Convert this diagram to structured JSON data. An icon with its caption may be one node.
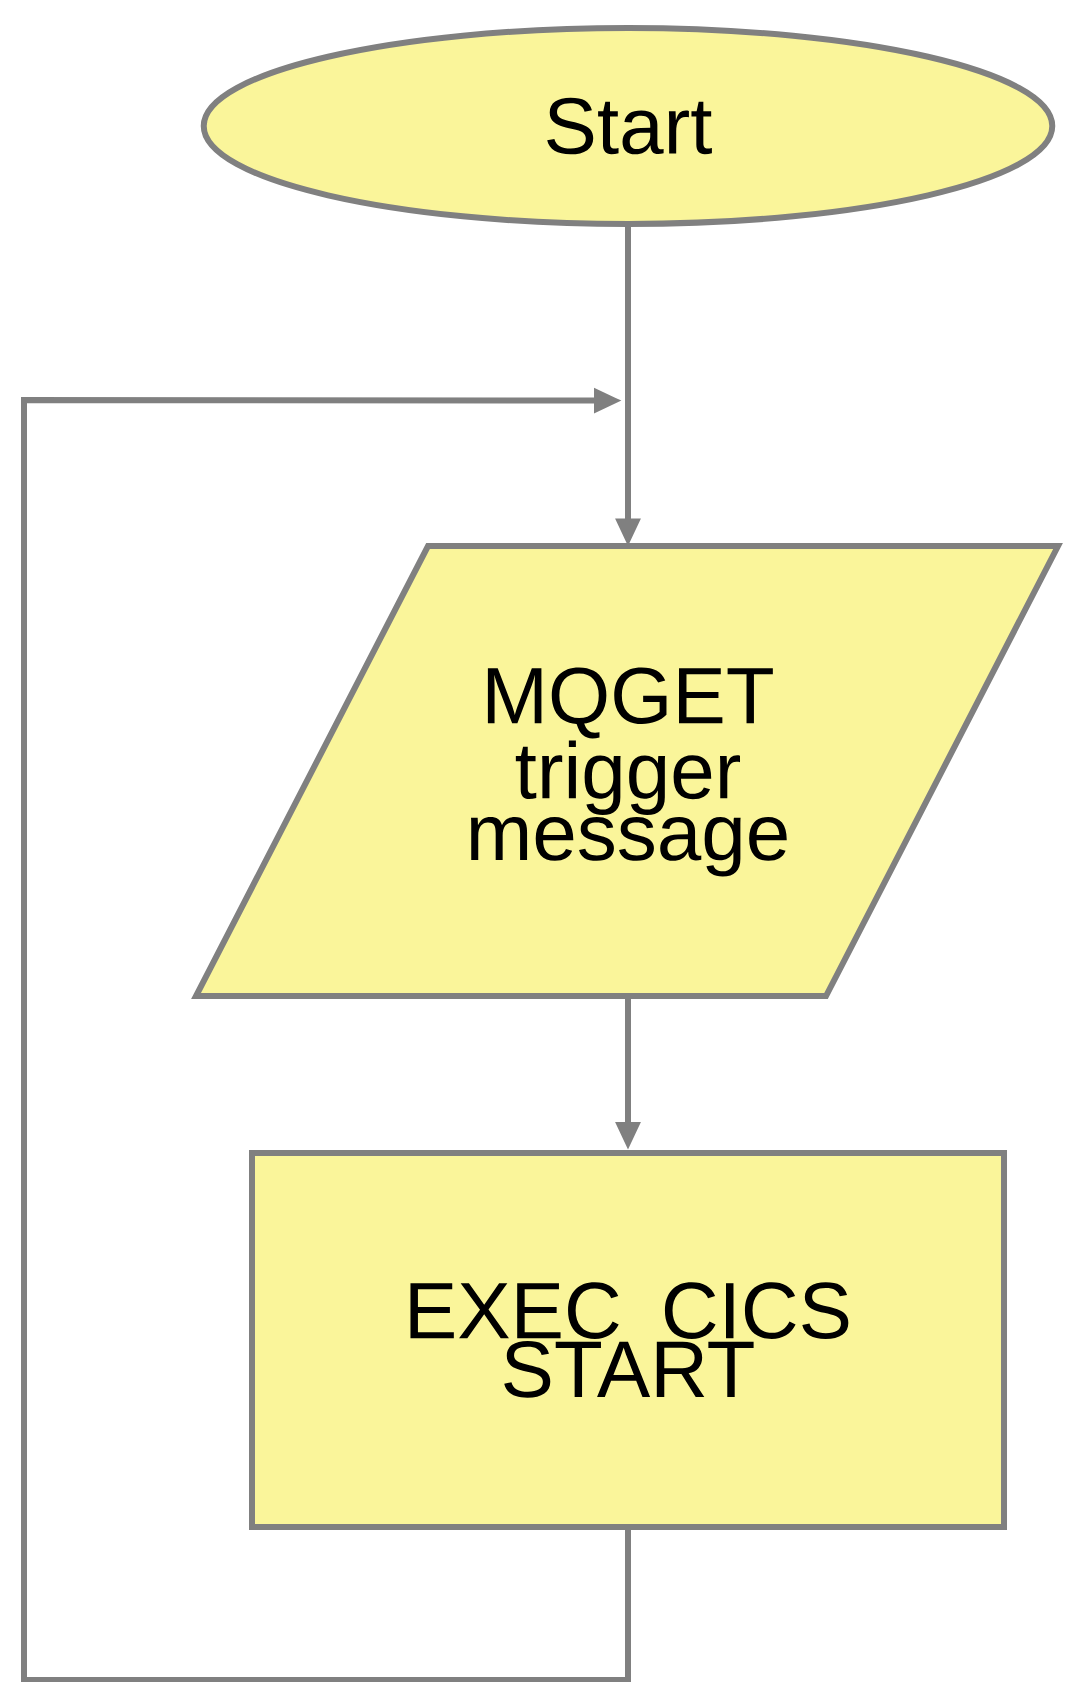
{
  "diagram": {
    "nodes": [
      {
        "text": [
          "Start"
        ]
      },
      {
        "text": [
          "MQGET trigger message"
        ]
      },
      {
        "text": [
          "EXEC CICS START"
        ]
      }
    ],
    "edges": [
      {
        "from": 0,
        "to": 1,
        "arrow": "to"
      },
      {
        "from": 1,
        "to": 2,
        "arrow": "to"
      },
      {
        "from": 2,
        "to": 1,
        "arrow": "to"
      }
    ]
  }
}
